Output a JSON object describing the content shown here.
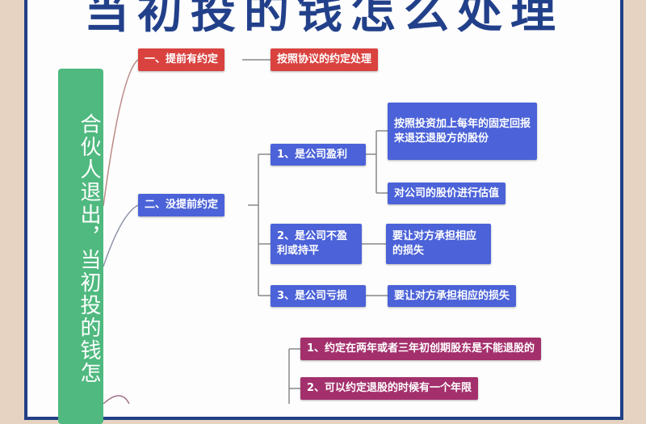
{
  "title": "当初投的钱怎么处理",
  "root": "合伙人退出，当初投的钱怎",
  "colors": {
    "title": "#22408a",
    "root": "#4fb97f",
    "branch1": "#d9423f",
    "branch2": "#4b62d8",
    "branch3": "#a3306c",
    "background": "#e6d3c2"
  },
  "branch1": {
    "label": "一、提前有约定",
    "child": "按照协议的约定处理"
  },
  "branch2": {
    "label": "二、没提前约定",
    "cases": [
      {
        "label": "1、是公司盈利",
        "results": [
          "按照投资加上每年的固定回报来退还退股方的股份",
          "对公司的股价进行估值"
        ]
      },
      {
        "label": "2、是公司不盈利或持平",
        "results": [
          "要让对方承担相应的损失"
        ]
      },
      {
        "label": "3、是公司亏损",
        "results": [
          "要让对方承担相应的损失"
        ]
      }
    ]
  },
  "branch3": {
    "items": [
      "1、约定在两年或者三年初创期股东是不能退股的",
      "2、可以约定退股的时候有一个年限"
    ]
  }
}
